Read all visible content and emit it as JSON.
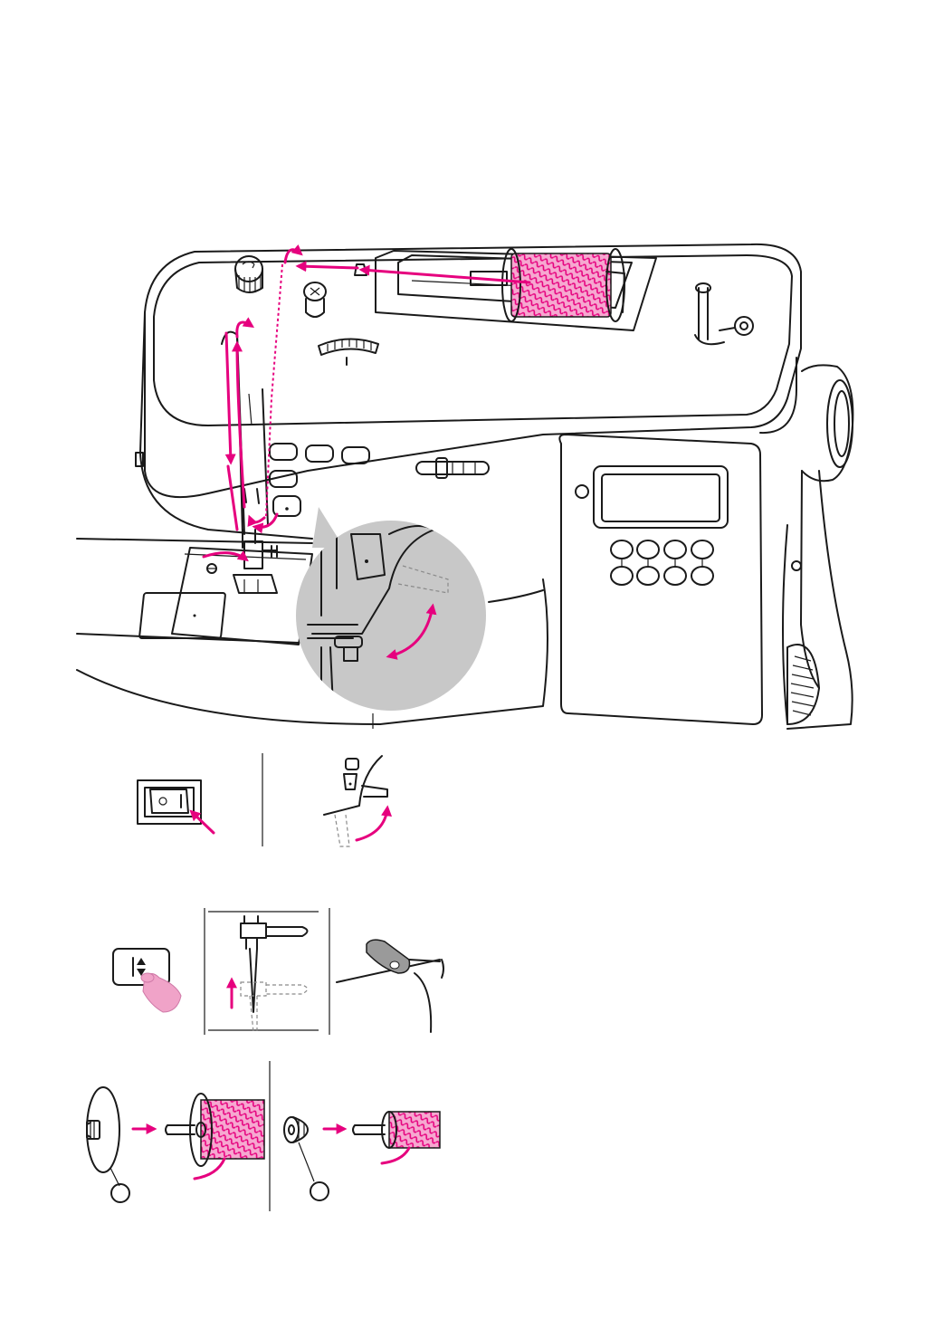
{
  "figures": {
    "main": {
      "name": "sewing-machine-threading-illustration"
    },
    "step1": {
      "name": "power-switch-illustration"
    },
    "step2": {
      "name": "presser-foot-lever-illustration"
    },
    "step3": {
      "name": "needle-up-button-illustration"
    },
    "step4": {
      "name": "needle-bar-raise-illustration"
    },
    "step5": {
      "name": "thread-guide-illustration"
    },
    "step6": {
      "name": "large-spool-cap-illustration"
    },
    "step7": {
      "name": "small-spool-cap-illustration"
    }
  },
  "colors": {
    "line": "#1a1a1a",
    "thread": "#e6007e",
    "magnifier": "#c8c8c8",
    "finger": "#f0a3c8"
  },
  "icons": {
    "power-switch": "rocker-switch",
    "needle-updown": "needle-updown-button"
  }
}
